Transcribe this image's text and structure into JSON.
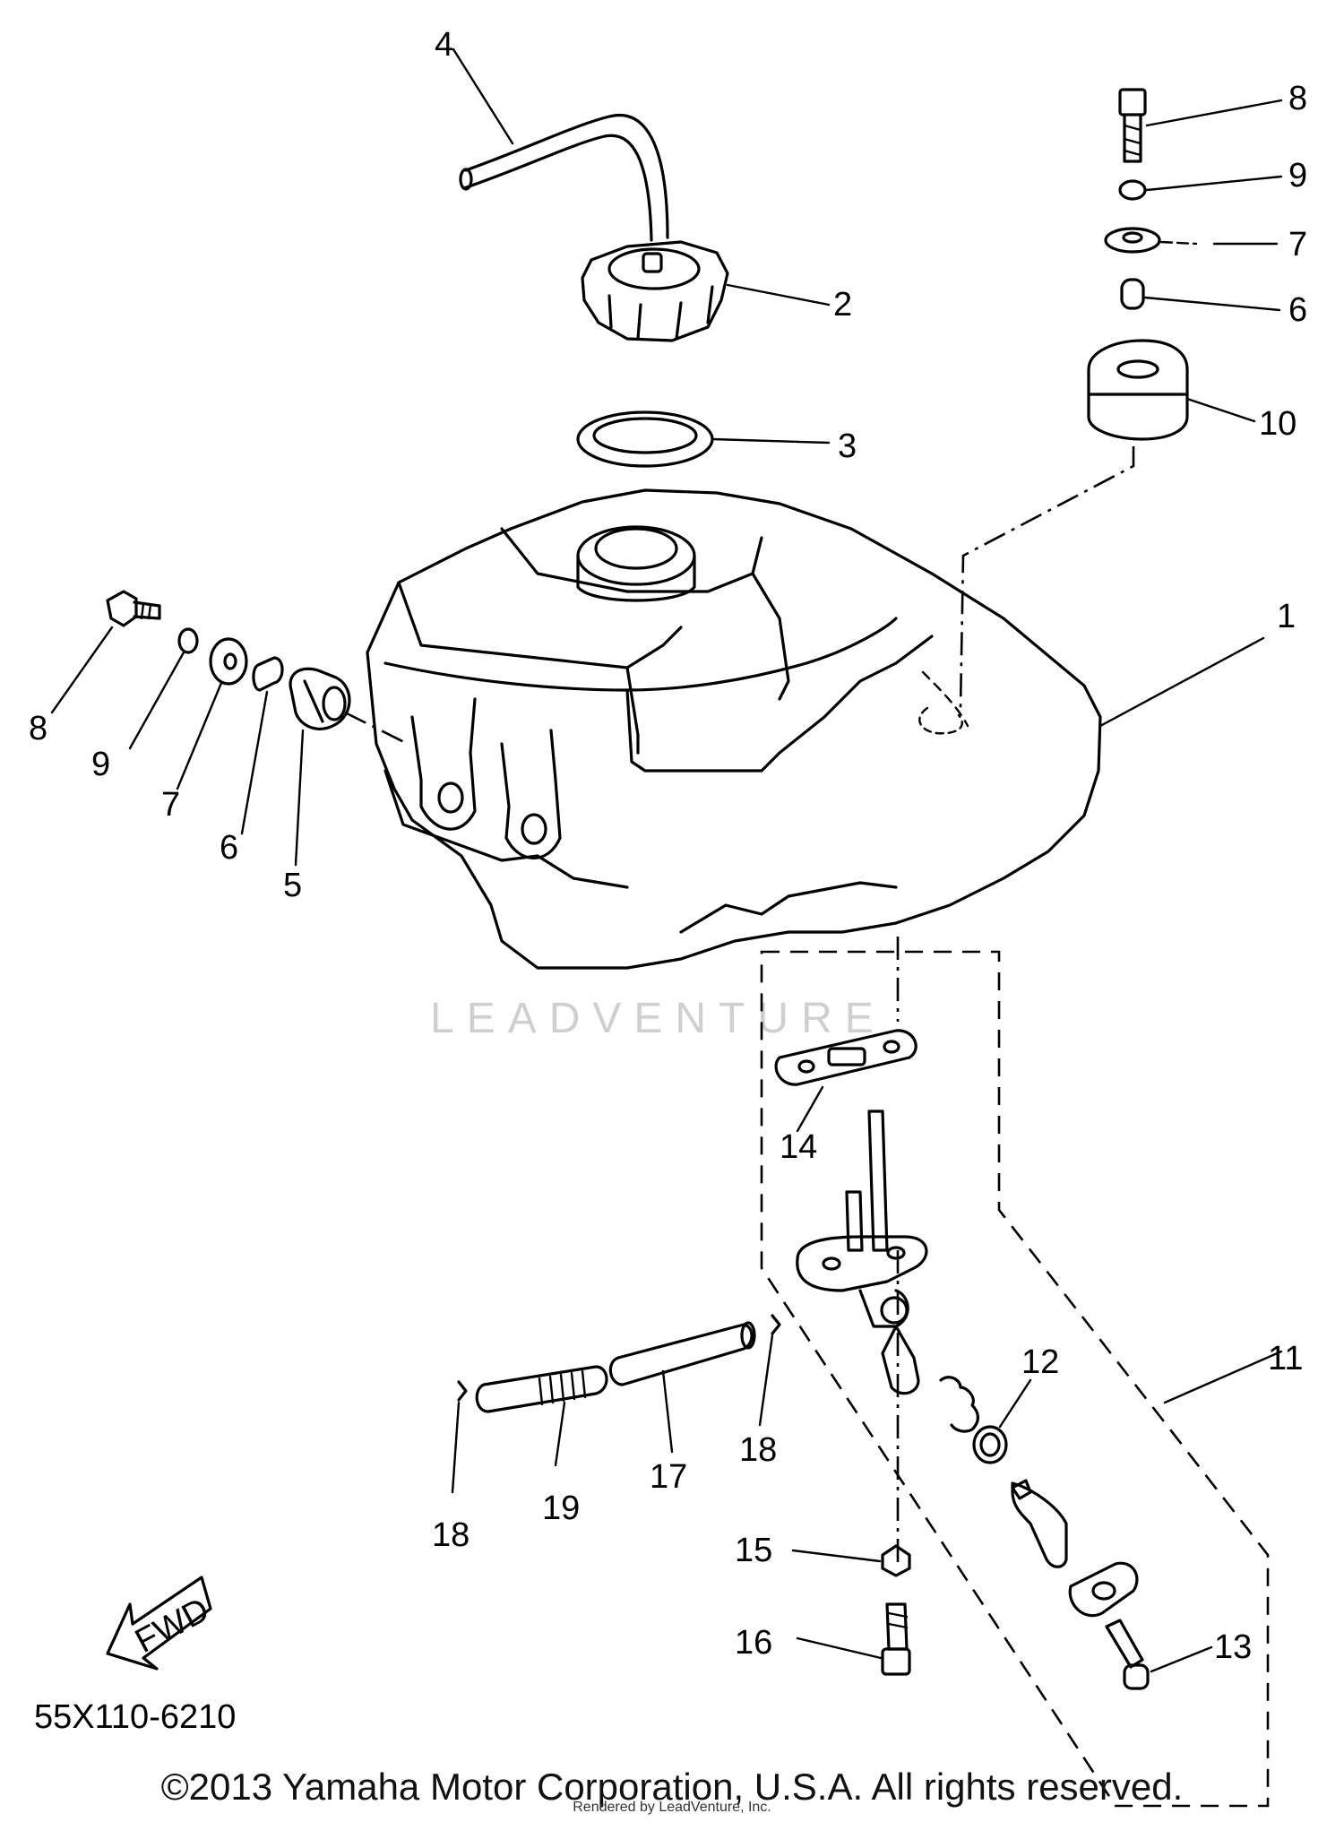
{
  "diagram_code": "55X110-6210",
  "fwd_label": "FWD",
  "watermark": "LEADVENTURE",
  "copyright": "©2013 Yamaha Motor Corporation, U.S.A. All rights reserved.",
  "rendered_by": "Rendered by LeadVenture, Inc.",
  "callouts": {
    "c1": "1",
    "c2": "2",
    "c3": "3",
    "c4": "4",
    "c5": "5",
    "c6a": "6",
    "c6b": "6",
    "c7a": "7",
    "c7b": "7",
    "c8a": "8",
    "c8b": "8",
    "c9a": "9",
    "c9b": "9",
    "c10": "10",
    "c11": "11",
    "c12": "12",
    "c13": "13",
    "c14": "14",
    "c15": "15",
    "c16": "16",
    "c17": "17",
    "c18a": "18",
    "c18b": "18",
    "c19": "19"
  }
}
